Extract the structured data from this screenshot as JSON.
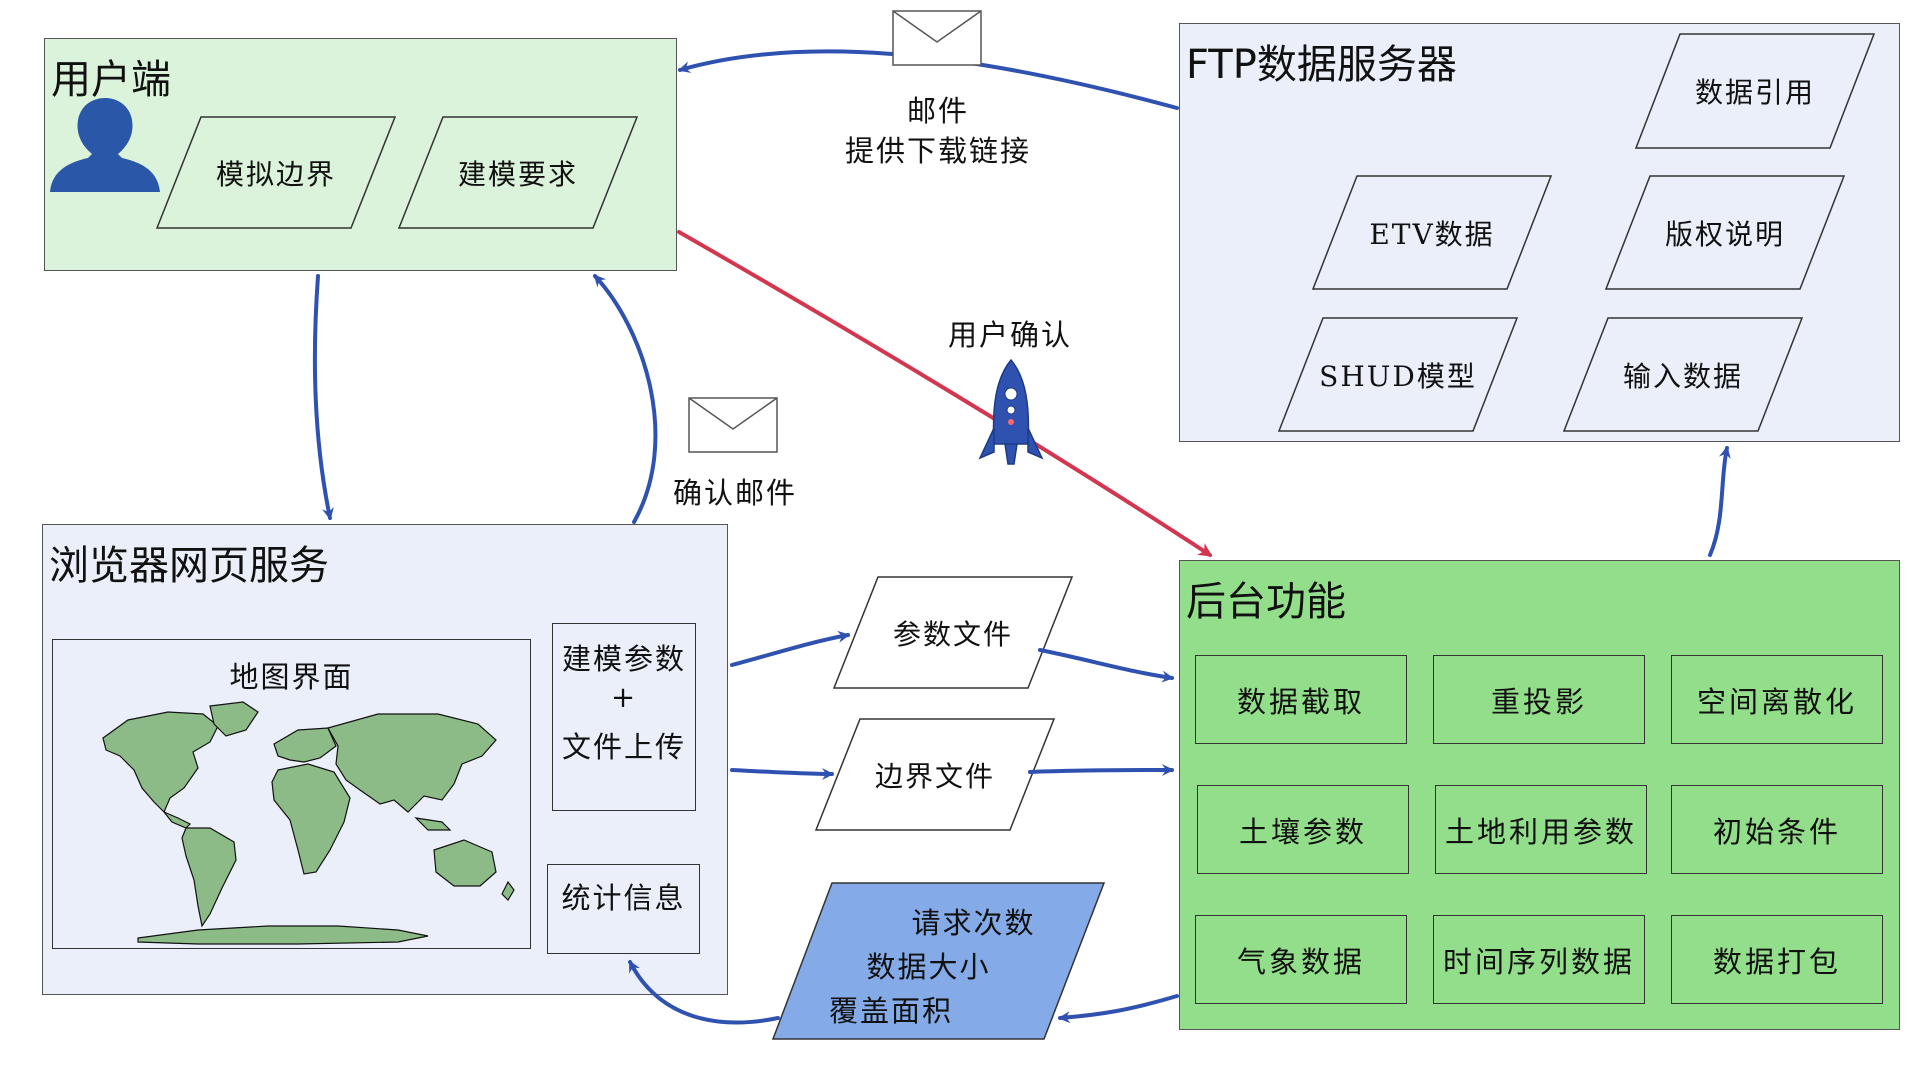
{
  "user_panel": {
    "title": "用户端",
    "items": [
      "模拟边界",
      "建模要求"
    ]
  },
  "ftp_panel": {
    "title": "FTP数据服务器",
    "items": [
      "数据引用",
      "ETV数据",
      "版权说明",
      "SHUD模型",
      "输入数据"
    ]
  },
  "browser_panel": {
    "title": "浏览器网页服务",
    "map_title": "地图界面",
    "params_box": [
      "建模参数",
      "+",
      "文件上传"
    ],
    "stats_box": "统计信息"
  },
  "backend_panel": {
    "title": "后台功能",
    "items": [
      "数据截取",
      "重投影",
      "空间离散化",
      "土壤参数",
      "土地利用参数",
      "初始条件",
      "气象数据",
      "时间序列数据",
      "数据打包"
    ]
  },
  "flow": {
    "param_file": "参数文件",
    "boundary_file": "边界文件",
    "stats_shape": [
      "请求次数",
      "数据大小",
      "覆盖面积"
    ],
    "email_line1": "邮件",
    "email_line2": "提供下载链接",
    "confirm_email": "确认邮件",
    "user_confirm": "用户确认"
  },
  "colors": {
    "user_bg": "#dcf3db",
    "server_bg": "#ebeff9",
    "backend_bg": "#93de8a",
    "arrow_blue": "#2f52b0",
    "arrow_red": "#d2374f",
    "stats_bg": "#84aae8"
  }
}
